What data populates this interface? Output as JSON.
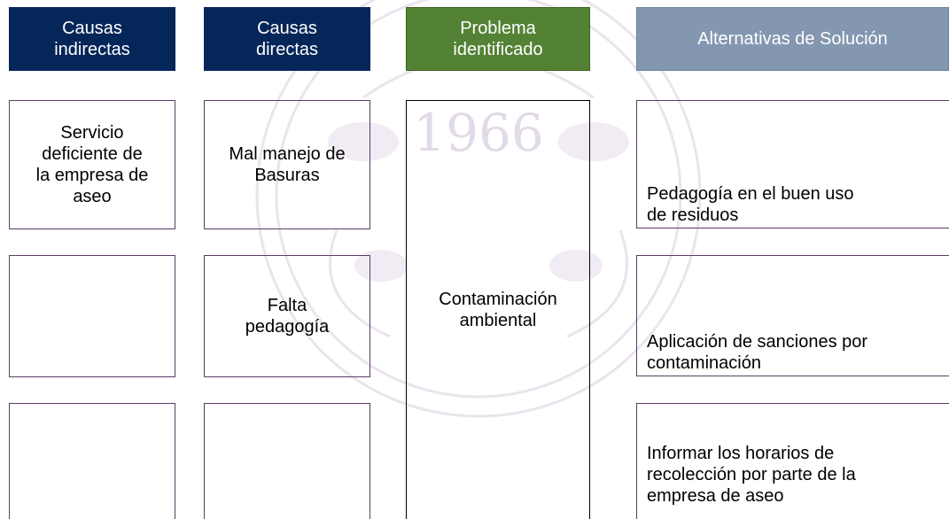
{
  "headers": {
    "indirect": "Causas\nindirectas",
    "direct": "Causas\ndirectas",
    "problem": "Problema\nidentificado",
    "solutions": "Alternativas de Solución"
  },
  "indirect_causes": [
    "Servicio\ndeficiente de\nla empresa de\naseo",
    "",
    ""
  ],
  "direct_causes": [
    "Mal manejo de\nBasuras",
    "Falta\npedagogía",
    ""
  ],
  "problem": "Contaminación\nambiental",
  "solutions": [
    " Pedagogía en el buen uso\nde residuos",
    " Aplicación de sanciones por\ncontaminación",
    "Informar los horarios de\nrecolección por parte de la\nempresa de aseo"
  ],
  "watermark": {
    "year": "1966"
  },
  "colors": {
    "header_navy": "#052659",
    "header_green": "#548235",
    "header_slate": "#8497b0",
    "box_border": "#5a3d63"
  }
}
